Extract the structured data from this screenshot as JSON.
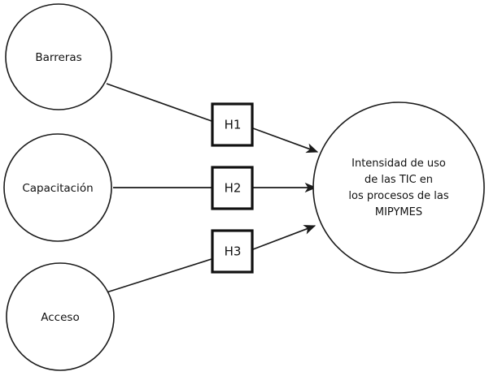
{
  "diagram": {
    "type": "hypothesis-path-diagram",
    "background_color": "#ffffff",
    "stroke_color": "#1a1a1a",
    "box_stroke_color": "#111111",
    "text_color": "#111111",
    "predictors": [
      {
        "id": "barreras",
        "label": "Barreras"
      },
      {
        "id": "capacitacion",
        "label": "Capacitación"
      },
      {
        "id": "acceso",
        "label": "Acceso"
      }
    ],
    "hypotheses": [
      {
        "id": "h1",
        "label": "H1",
        "from": "Barreras",
        "to": "Intensidad de uso de las TIC en los procesos de las MIPYMES"
      },
      {
        "id": "h2",
        "label": "H2",
        "from": "Capacitación",
        "to": "Intensidad de uso de las TIC en los procesos de las MIPYMES"
      },
      {
        "id": "h3",
        "label": "H3",
        "from": "Acceso",
        "to": "Intensidad de uso de las TIC en los procesos de las MIPYMES"
      }
    ],
    "outcome": {
      "id": "intensidad-uso-tic",
      "lines": [
        "Intensidad de uso",
        "de las TIC en",
        "los procesos de las",
        "MIPYMES"
      ]
    }
  }
}
